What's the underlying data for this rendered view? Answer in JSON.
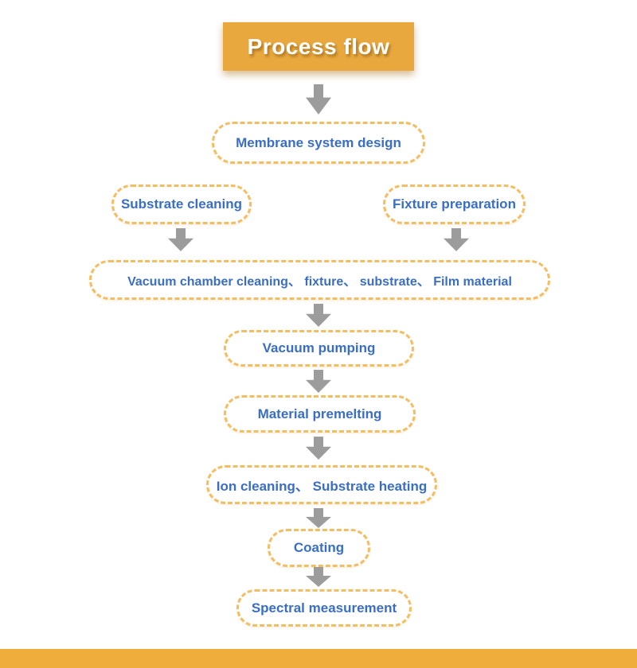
{
  "title": {
    "label": "Process flow"
  },
  "colors": {
    "banner_orange": "#e9a83e",
    "footer_orange": "#efae3b",
    "pill_dash_border": "#f3be63",
    "node_text_blue": "#3a6ec6",
    "arrow_gray": "#9c9c9c",
    "background": "#ffffff"
  },
  "flow": {
    "nodes": [
      {
        "id": "membrane-system-design",
        "label": "Membrane system design"
      },
      {
        "id": "substrate-cleaning",
        "label": "Substrate cleaning"
      },
      {
        "id": "fixture-preparation",
        "label": "Fixture preparation"
      },
      {
        "id": "vacuum-chamber-loading",
        "label": "Vacuum chamber cleaning、 fixture、 substrate、 Film material"
      },
      {
        "id": "vacuum-pumping",
        "label": "Vacuum pumping"
      },
      {
        "id": "material-premelting",
        "label": "Material premelting"
      },
      {
        "id": "ion-cleaning-substrate-heating",
        "label": "Ion cleaning、 Substrate heating"
      },
      {
        "id": "coating",
        "label": "Coating"
      },
      {
        "id": "spectral-measurement",
        "label": "Spectral measurement"
      }
    ],
    "edges": [
      "Process flow -> Membrane system design",
      "Substrate cleaning -> Vacuum chamber loading",
      "Fixture preparation -> Vacuum chamber loading",
      "Vacuum chamber loading -> Vacuum pumping",
      "Vacuum pumping -> Material premelting",
      "Material premelting -> Ion cleaning / Substrate heating",
      "Ion cleaning / Substrate heating -> Coating",
      "Coating -> Spectral measurement"
    ]
  }
}
